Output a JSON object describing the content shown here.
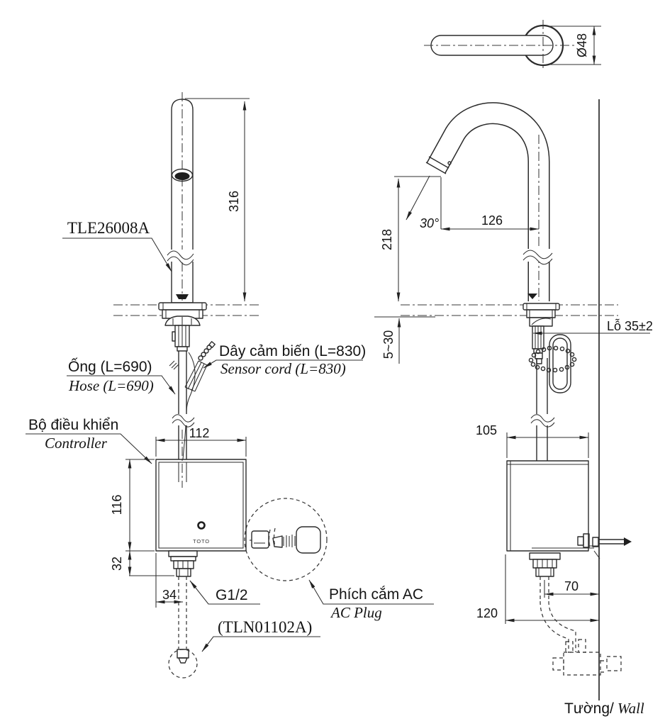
{
  "drawing": {
    "codes": {
      "faucet": "TLE26008A",
      "valve": "(TLN01102A)",
      "brand": "TOTO"
    },
    "labels": {
      "sensor_cord_vi": "Dây cảm biến (L=830)",
      "sensor_cord_en": "Sensor cord (L=830)",
      "hose_vi": "Ống (L=690)",
      "hose_en": "Hose (L=690)",
      "controller_vi": "Bộ điều khiển",
      "controller_en": "Controller",
      "ac_plug_vi": "Phích cắm AC",
      "ac_plug_en": "AC Plug",
      "thread_size": "G1/2",
      "hole_size": "Lỗ 35±2",
      "wall_vi": "Tường/",
      "wall_en": "Wall"
    },
    "dimensions": {
      "spout_height": "316",
      "tip_height": "218",
      "reach": "126",
      "angle": "30°",
      "spout_diameter": "Ø48",
      "deck_thickness": "5~30",
      "controller_width": "112",
      "controller_height": "116",
      "shank_length": "32",
      "hose_offset": "34",
      "controller_depth": "105",
      "center_to_wall": "70",
      "front_to_wall": "120"
    }
  }
}
